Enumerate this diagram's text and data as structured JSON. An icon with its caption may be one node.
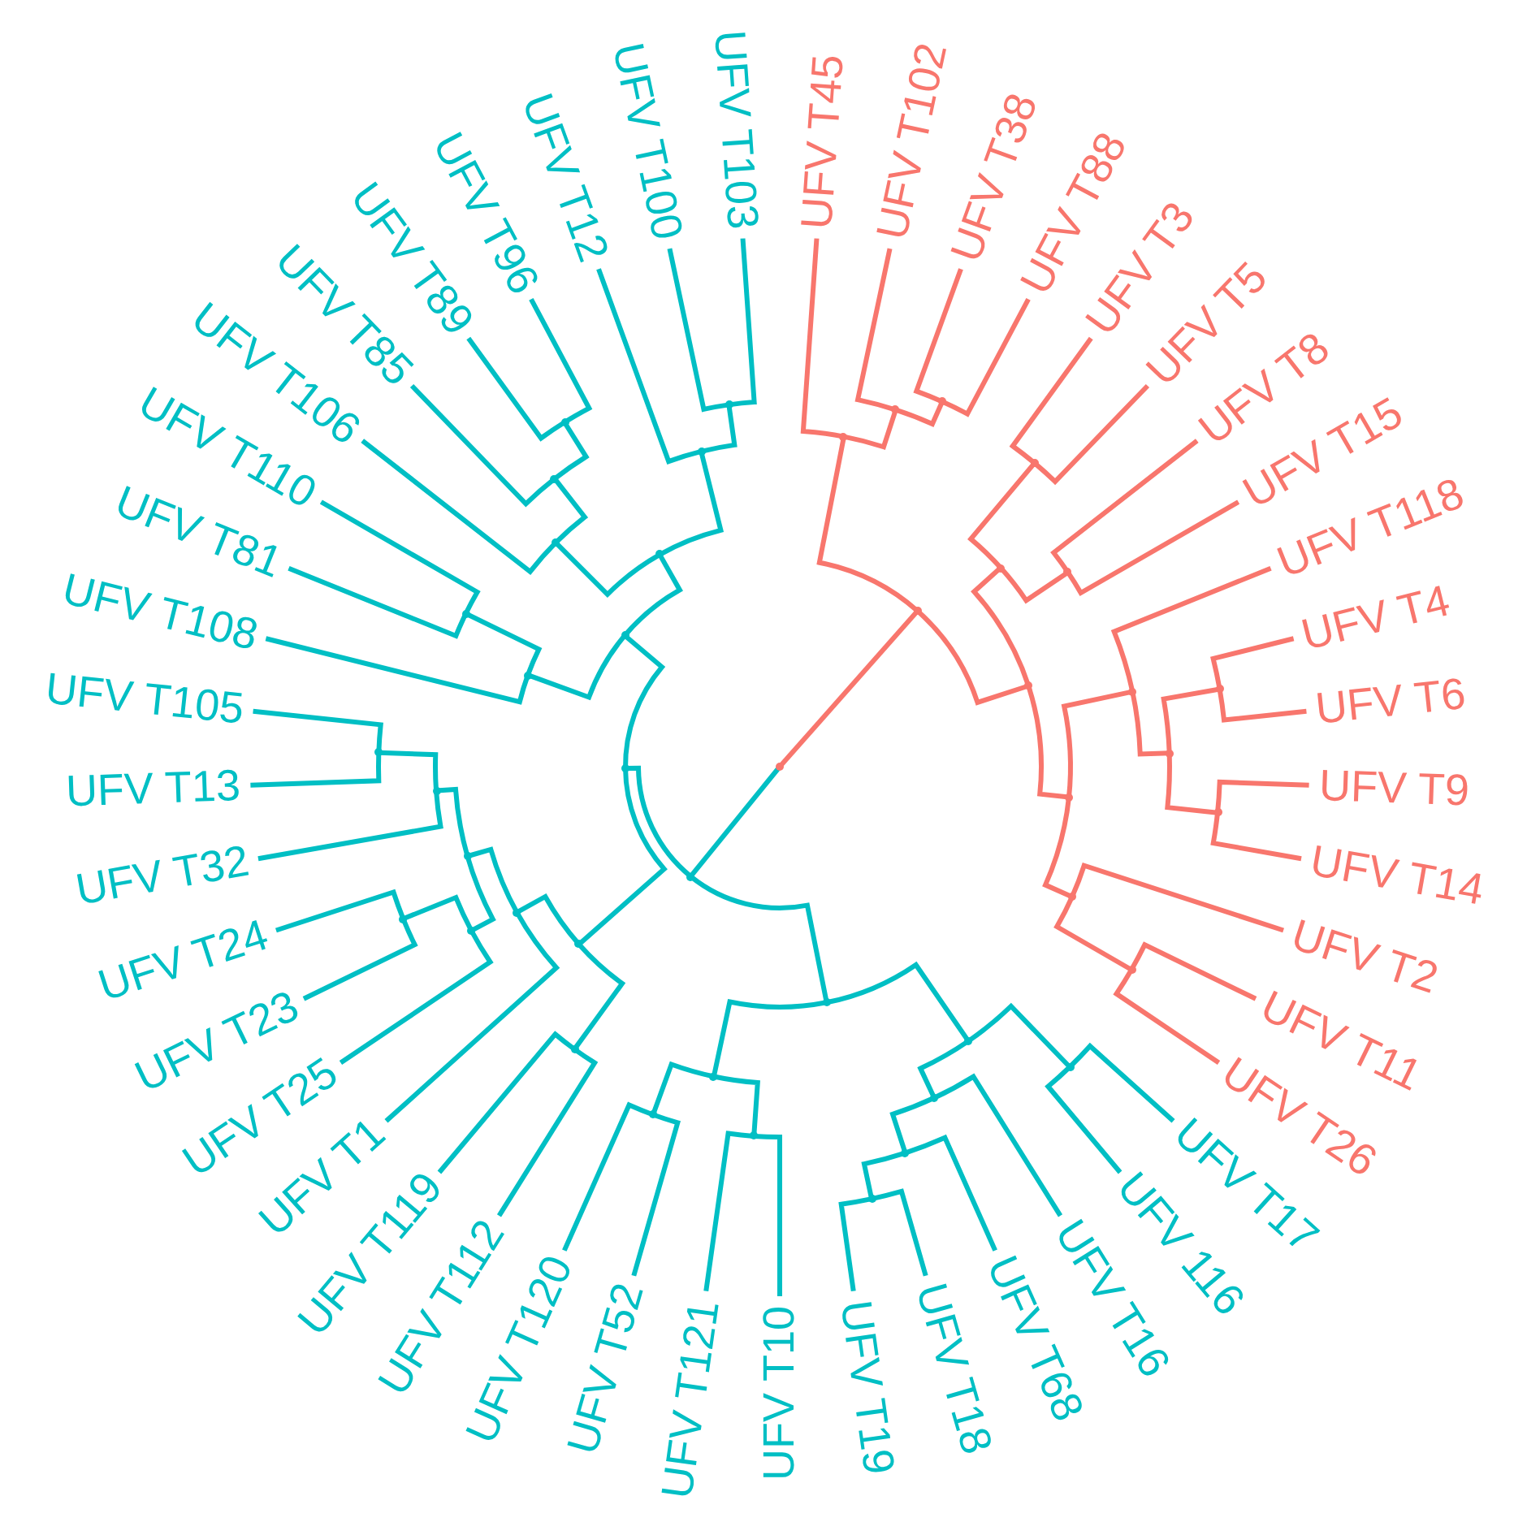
{
  "diagram": {
    "nodes": [
      {
        "text": [
          "UFV T45"
        ]
      },
      {
        "text": [
          "UFV T102"
        ]
      },
      {
        "text": [
          "UFV T38"
        ]
      },
      {
        "text": [
          "UFV T88"
        ]
      },
      {
        "text": [
          "UFV T3"
        ]
      },
      {
        "text": [
          "UFV T5"
        ]
      },
      {
        "text": [
          "UFV T8"
        ]
      },
      {
        "text": [
          "UFV T15"
        ]
      },
      {
        "text": [
          "UFV T118"
        ]
      },
      {
        "text": [
          "UFV T4"
        ]
      },
      {
        "text": [
          "UFV T6"
        ]
      },
      {
        "text": [
          "UFV T9"
        ]
      },
      {
        "text": [
          "UFV T14"
        ]
      },
      {
        "text": [
          "UFV T2"
        ]
      },
      {
        "text": [
          "UFV T11"
        ]
      },
      {
        "text": [
          "UFV T26"
        ]
      },
      {
        "text": [
          "UFV T17"
        ]
      },
      {
        "text": [
          "UFV 116"
        ]
      },
      {
        "text": [
          "UFV T16"
        ]
      },
      {
        "text": [
          "UFV T68"
        ]
      },
      {
        "text": [
          "UFV T18"
        ]
      },
      {
        "text": [
          "UFV T19"
        ]
      },
      {
        "text": [
          "UFV T10"
        ]
      },
      {
        "text": [
          "UFV T121"
        ]
      },
      {
        "text": [
          "UFV T52"
        ]
      },
      {
        "text": [
          "UFV T120"
        ]
      },
      {
        "text": [
          "UFV T112"
        ]
      },
      {
        "text": [
          "UFV T119"
        ]
      },
      {
        "text": [
          "UFV T1"
        ]
      },
      {
        "text": [
          "UFV T25"
        ]
      },
      {
        "text": [
          "UFV T23"
        ]
      },
      {
        "text": [
          "UFV T24"
        ]
      },
      {
        "text": [
          "UFV T32"
        ]
      },
      {
        "text": [
          "UFV T13"
        ]
      },
      {
        "text": [
          "UFV T105"
        ]
      },
      {
        "text": [
          "UFV T108"
        ]
      },
      {
        "text": [
          "UFV T81"
        ]
      },
      {
        "text": [
          "UFV T110"
        ]
      },
      {
        "text": [
          "UFV T106"
        ]
      },
      {
        "text": [
          "UFV T85"
        ]
      },
      {
        "text": [
          "UFV T89"
        ]
      },
      {
        "text": [
          "UFV T96"
        ]
      },
      {
        "text": [
          "UFV T12"
        ]
      },
      {
        "text": [
          "UFV T100"
        ]
      },
      {
        "text": [
          "UFV T103"
        ]
      },
      {
        "text": [],
        "shape": "point"
      },
      {
        "text": [],
        "shape": "point"
      },
      {
        "text": [],
        "shape": "point"
      },
      {
        "text": [],
        "shape": "point"
      },
      {
        "text": [],
        "shape": "point"
      },
      {
        "text": [],
        "shape": "point"
      },
      {
        "text": [],
        "shape": "point"
      },
      {
        "text": [],
        "shape": "point"
      },
      {
        "text": [],
        "shape": "point"
      },
      {
        "text": [],
        "shape": "point"
      },
      {
        "text": [],
        "shape": "point"
      },
      {
        "text": [],
        "shape": "point"
      },
      {
        "text": [],
        "shape": "point"
      },
      {
        "text": [],
        "shape": "point"
      },
      {
        "text": [],
        "shape": "point"
      },
      {
        "text": [],
        "shape": "point"
      },
      {
        "text": [],
        "shape": "point"
      },
      {
        "text": [],
        "shape": "point"
      },
      {
        "text": [],
        "shape": "point"
      },
      {
        "text": [],
        "shape": "point"
      },
      {
        "text": [],
        "shape": "point"
      },
      {
        "text": [],
        "shape": "point"
      },
      {
        "text": [],
        "shape": "point"
      },
      {
        "text": [],
        "shape": "point"
      },
      {
        "text": [],
        "shape": "point"
      },
      {
        "text": [],
        "shape": "point"
      },
      {
        "text": [],
        "shape": "point"
      },
      {
        "text": [],
        "shape": "point"
      },
      {
        "text": [],
        "shape": "point"
      },
      {
        "text": [],
        "shape": "point"
      },
      {
        "text": [],
        "shape": "point"
      },
      {
        "text": [],
        "shape": "point"
      },
      {
        "text": [],
        "shape": "point"
      },
      {
        "text": [],
        "shape": "point"
      },
      {
        "text": [],
        "shape": "point"
      },
      {
        "text": [],
        "shape": "point"
      },
      {
        "text": [],
        "shape": "point"
      },
      {
        "text": [],
        "shape": "point"
      },
      {
        "text": [],
        "shape": "point"
      },
      {
        "text": [],
        "shape": "point"
      },
      {
        "text": [],
        "shape": "point"
      },
      {
        "text": [],
        "shape": "point"
      },
      {
        "text": [],
        "shape": "point"
      },
      {
        "text": [],
        "shape": "point"
      }
    ],
    "edges": [
      {
        "from": 45,
        "to": 46,
        "arrow": "none",
        "color": "#f8766d"
      },
      {
        "from": 46,
        "to": 47,
        "arrow": "none",
        "color": "#f8766d"
      },
      {
        "from": 46,
        "to": 50,
        "arrow": "none",
        "color": "#f8766d"
      },
      {
        "from": 47,
        "to": 0,
        "arrow": "none",
        "color": "#f8766d"
      },
      {
        "from": 47,
        "to": 48,
        "arrow": "none",
        "color": "#f8766d"
      },
      {
        "from": 48,
        "to": 1,
        "arrow": "none",
        "color": "#f8766d"
      },
      {
        "from": 48,
        "to": 49,
        "arrow": "none",
        "color": "#f8766d"
      },
      {
        "from": 49,
        "to": 2,
        "arrow": "none",
        "color": "#f8766d"
      },
      {
        "from": 49,
        "to": 3,
        "arrow": "none",
        "color": "#f8766d"
      },
      {
        "from": 50,
        "to": 51,
        "arrow": "none",
        "color": "#f8766d"
      },
      {
        "from": 50,
        "to": 54,
        "arrow": "none",
        "color": "#f8766d"
      },
      {
        "from": 51,
        "to": 52,
        "arrow": "none",
        "color": "#f8766d"
      },
      {
        "from": 51,
        "to": 53,
        "arrow": "none",
        "color": "#f8766d"
      },
      {
        "from": 52,
        "to": 4,
        "arrow": "none",
        "color": "#f8766d"
      },
      {
        "from": 52,
        "to": 5,
        "arrow": "none",
        "color": "#f8766d"
      },
      {
        "from": 53,
        "to": 6,
        "arrow": "none",
        "color": "#f8766d"
      },
      {
        "from": 53,
        "to": 7,
        "arrow": "none",
        "color": "#f8766d"
      },
      {
        "from": 54,
        "to": 55,
        "arrow": "none",
        "color": "#f8766d"
      },
      {
        "from": 54,
        "to": 59,
        "arrow": "none",
        "color": "#f8766d"
      },
      {
        "from": 55,
        "to": 8,
        "arrow": "none",
        "color": "#f8766d"
      },
      {
        "from": 55,
        "to": 56,
        "arrow": "none",
        "color": "#f8766d"
      },
      {
        "from": 56,
        "to": 57,
        "arrow": "none",
        "color": "#f8766d"
      },
      {
        "from": 56,
        "to": 58,
        "arrow": "none",
        "color": "#f8766d"
      },
      {
        "from": 57,
        "to": 9,
        "arrow": "none",
        "color": "#f8766d"
      },
      {
        "from": 57,
        "to": 10,
        "arrow": "none",
        "color": "#f8766d"
      },
      {
        "from": 58,
        "to": 11,
        "arrow": "none",
        "color": "#f8766d"
      },
      {
        "from": 58,
        "to": 12,
        "arrow": "none",
        "color": "#f8766d"
      },
      {
        "from": 59,
        "to": 13,
        "arrow": "none",
        "color": "#f8766d"
      },
      {
        "from": 59,
        "to": 60,
        "arrow": "none",
        "color": "#f8766d"
      },
      {
        "from": 60,
        "to": 14,
        "arrow": "none",
        "color": "#f8766d"
      },
      {
        "from": 60,
        "to": 15,
        "arrow": "none",
        "color": "#f8766d"
      },
      {
        "from": 45,
        "to": 61,
        "arrow": "none"
      },
      {
        "from": 61,
        "to": 62,
        "arrow": "none"
      },
      {
        "from": 61,
        "to": 71,
        "arrow": "none"
      },
      {
        "from": 62,
        "to": 63,
        "arrow": "none"
      },
      {
        "from": 62,
        "to": 68,
        "arrow": "none"
      },
      {
        "from": 63,
        "to": 64,
        "arrow": "none"
      },
      {
        "from": 63,
        "to": 65,
        "arrow": "none"
      },
      {
        "from": 64,
        "to": 16,
        "arrow": "none"
      },
      {
        "from": 64,
        "to": 17,
        "arrow": "none"
      },
      {
        "from": 65,
        "to": 18,
        "arrow": "none"
      },
      {
        "from": 65,
        "to": 66,
        "arrow": "none"
      },
      {
        "from": 66,
        "to": 19,
        "arrow": "none"
      },
      {
        "from": 66,
        "to": 67,
        "arrow": "none"
      },
      {
        "from": 67,
        "to": 20,
        "arrow": "none"
      },
      {
        "from": 67,
        "to": 21,
        "arrow": "none"
      },
      {
        "from": 68,
        "to": 70,
        "arrow": "none"
      },
      {
        "from": 68,
        "to": 69,
        "arrow": "none"
      },
      {
        "from": 70,
        "to": 22,
        "arrow": "none"
      },
      {
        "from": 70,
        "to": 23,
        "arrow": "none"
      },
      {
        "from": 69,
        "to": 24,
        "arrow": "none"
      },
      {
        "from": 69,
        "to": 25,
        "arrow": "none"
      },
      {
        "from": 71,
        "to": 72,
        "arrow": "none"
      },
      {
        "from": 71,
        "to": 80,
        "arrow": "none"
      },
      {
        "from": 72,
        "to": 73,
        "arrow": "none"
      },
      {
        "from": 72,
        "to": 74,
        "arrow": "none"
      },
      {
        "from": 73,
        "to": 26,
        "arrow": "none"
      },
      {
        "from": 73,
        "to": 27,
        "arrow": "none"
      },
      {
        "from": 74,
        "to": 28,
        "arrow": "none"
      },
      {
        "from": 74,
        "to": 75,
        "arrow": "none"
      },
      {
        "from": 75,
        "to": 78,
        "arrow": "none"
      },
      {
        "from": 75,
        "to": 76,
        "arrow": "none"
      },
      {
        "from": 78,
        "to": 29,
        "arrow": "none"
      },
      {
        "from": 78,
        "to": 79,
        "arrow": "none"
      },
      {
        "from": 79,
        "to": 30,
        "arrow": "none"
      },
      {
        "from": 79,
        "to": 31,
        "arrow": "none"
      },
      {
        "from": 76,
        "to": 32,
        "arrow": "none"
      },
      {
        "from": 76,
        "to": 77,
        "arrow": "none"
      },
      {
        "from": 77,
        "to": 33,
        "arrow": "none"
      },
      {
        "from": 77,
        "to": 34,
        "arrow": "none"
      },
      {
        "from": 80,
        "to": 81,
        "arrow": "none"
      },
      {
        "from": 80,
        "to": 83,
        "arrow": "none"
      },
      {
        "from": 81,
        "to": 35,
        "arrow": "none"
      },
      {
        "from": 81,
        "to": 82,
        "arrow": "none"
      },
      {
        "from": 82,
        "to": 36,
        "arrow": "none"
      },
      {
        "from": 82,
        "to": 37,
        "arrow": "none"
      },
      {
        "from": 83,
        "to": 84,
        "arrow": "none"
      },
      {
        "from": 83,
        "to": 87,
        "arrow": "none"
      },
      {
        "from": 84,
        "to": 38,
        "arrow": "none"
      },
      {
        "from": 84,
        "to": 85,
        "arrow": "none"
      },
      {
        "from": 85,
        "to": 39,
        "arrow": "none"
      },
      {
        "from": 85,
        "to": 86,
        "arrow": "none"
      },
      {
        "from": 86,
        "to": 40,
        "arrow": "none"
      },
      {
        "from": 86,
        "to": 41,
        "arrow": "none"
      },
      {
        "from": 87,
        "to": 42,
        "arrow": "none"
      },
      {
        "from": 87,
        "to": 88,
        "arrow": "none"
      },
      {
        "from": 88,
        "to": 43,
        "arrow": "none"
      },
      {
        "from": 88,
        "to": 44,
        "arrow": "none"
      }
    ]
  }
}
